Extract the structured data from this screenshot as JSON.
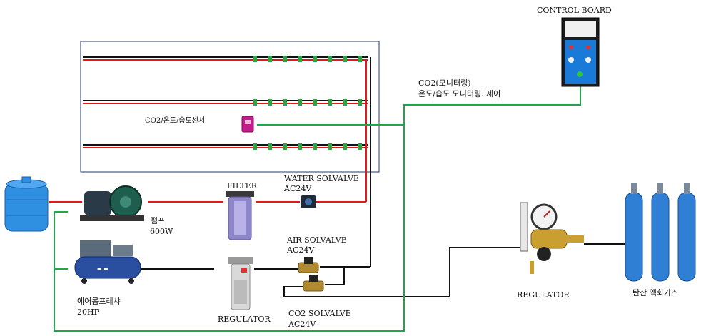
{
  "labels": {
    "control_board": "CONTROL BOARD",
    "co2_monitoring_line1": "CO2(모니터링)",
    "co2_monitoring_line2": "온도/습도 모니터링. 제어",
    "sensor": "CO2/온도/습도센서",
    "water_valve_line1": "WATER SOLVALVE",
    "water_valve_line2": "AC24V",
    "filter": "FILTER",
    "pump_line1": "펌프",
    "pump_line2": "600W",
    "air_valve_line1": "AIR SOLVALVE",
    "air_valve_line2": "AC24V",
    "compressor_line1": "에어콤프레샤",
    "compressor_line2": "20HP",
    "regulator_left": "REGULATOR",
    "co2_valve_line1": "CO2 SOLVALVE",
    "co2_valve_line2": "AC24V",
    "regulator_right": "REGULATOR",
    "gas": "탄산 액화가스"
  },
  "colors": {
    "water_line": "#e01818",
    "gas_line": "#111111",
    "signal_line": "#1fa84a",
    "nozzle": "#1fae3c",
    "tank": "#2f8fe0",
    "cylinder": "#2f7fd4"
  }
}
